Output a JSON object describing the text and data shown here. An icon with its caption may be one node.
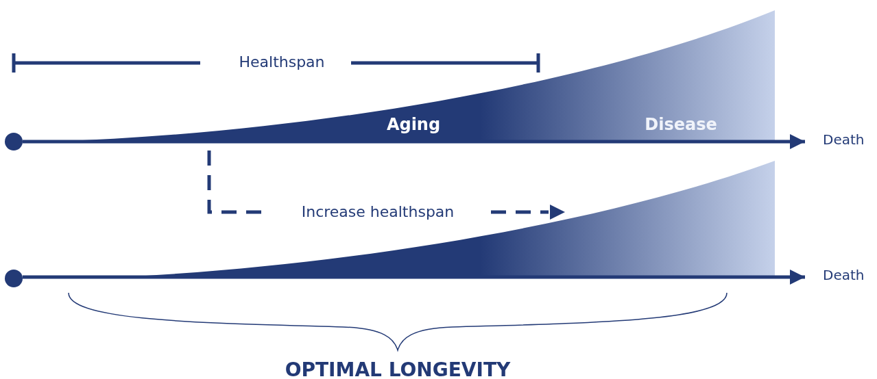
{
  "diagram": {
    "nodes": [
      {
        "text": [],
        "shape": "circle"
      },
      {
        "text": [
          "Death"
        ]
      },
      {
        "text": [],
        "shape": "circle"
      },
      {
        "text": [
          "Death"
        ]
      }
    ],
    "edges": [
      {
        "from": 0,
        "to": 1,
        "arrow": "to"
      },
      {
        "from": 2,
        "to": 3,
        "arrow": "to"
      }
    ],
    "labels": [
      "Healthspan",
      "Aging",
      "Disease",
      "Increase healthspan",
      "OPTIMAL LONGEVITY"
    ]
  }
}
